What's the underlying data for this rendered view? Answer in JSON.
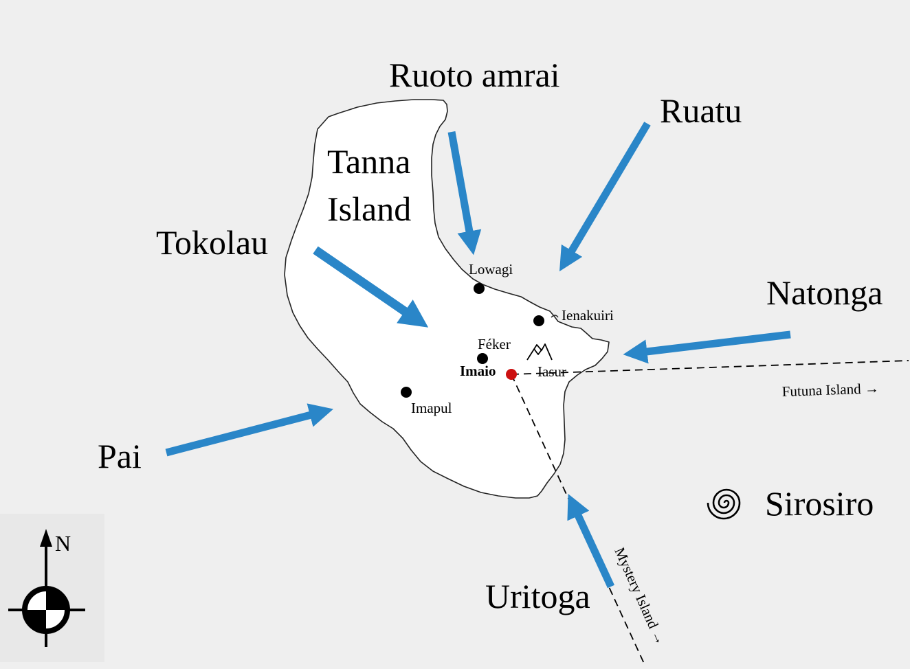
{
  "island_name_line1": "Tanna",
  "island_name_line2": "Island",
  "winds": [
    {
      "name": "Ruoto amrai"
    },
    {
      "name": "Ruatu"
    },
    {
      "name": "Tokolau"
    },
    {
      "name": "Natonga"
    },
    {
      "name": "Pai"
    },
    {
      "name": "Uritoga"
    },
    {
      "name": "Sirosiro"
    }
  ],
  "places": [
    {
      "name": "Lowagi"
    },
    {
      "name": "Ienakuiri"
    },
    {
      "name": "Féker"
    },
    {
      "name": "Imaio"
    },
    {
      "name": "Iasur"
    },
    {
      "name": "Imapul"
    }
  ],
  "routes": [
    {
      "label": "Futuna Island →"
    },
    {
      "label": "Mystery Island →"
    }
  ],
  "compass": {
    "north_label": "N"
  },
  "colors": {
    "arrow": "#2a86c8",
    "capital": "#cc1111",
    "island": "#ffffff",
    "sea": "#efefef"
  },
  "icons": [
    "spiral-icon",
    "volcano-icon",
    "compass-rose-icon"
  ]
}
